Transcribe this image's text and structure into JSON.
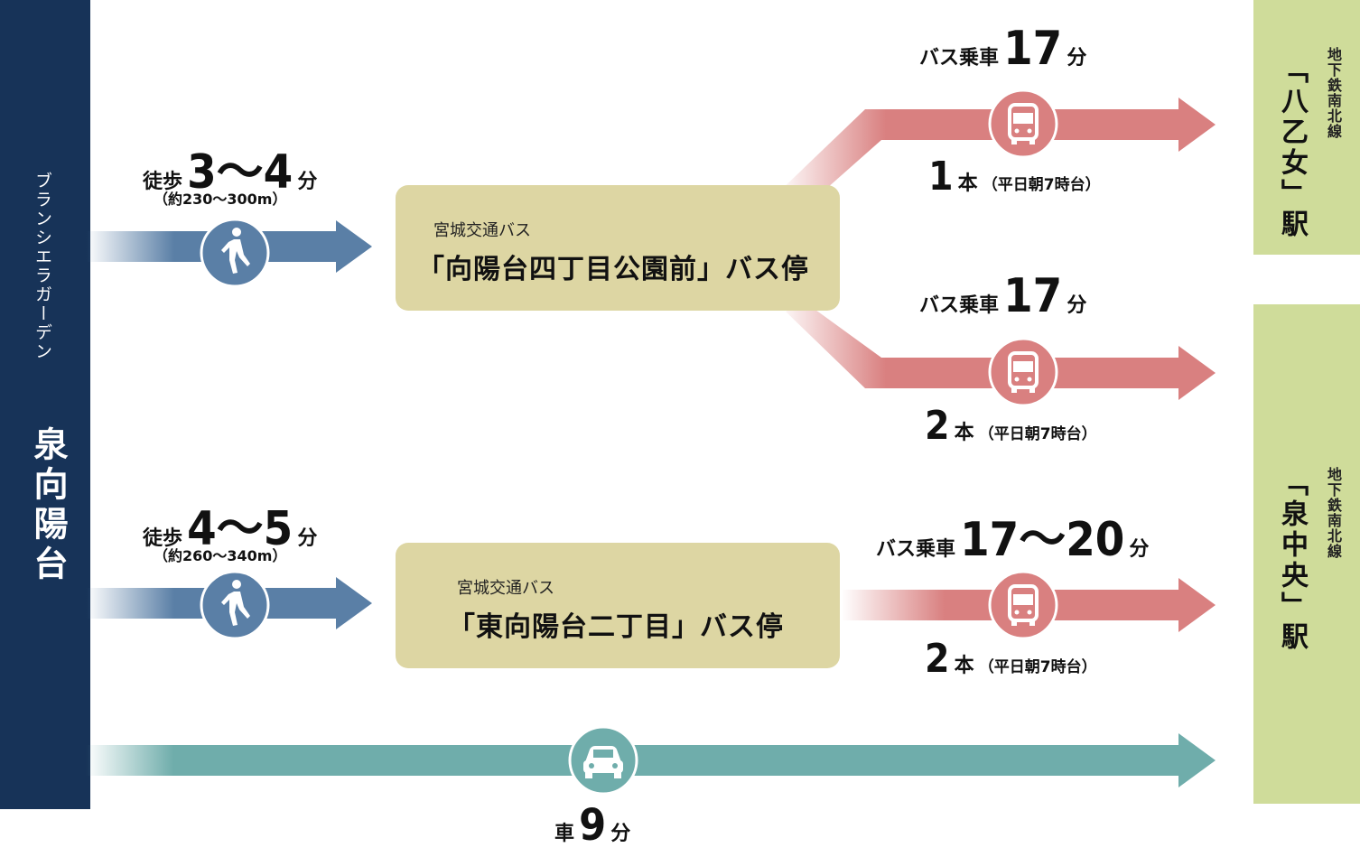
{
  "origin": {
    "subtitle": "ブランシエラガーデン",
    "name": "泉向陽台"
  },
  "destinations": [
    {
      "line": "地下鉄南北線",
      "name": "「八乙女」駅"
    },
    {
      "line": "地下鉄南北線",
      "name": "「泉中央」駅"
    }
  ],
  "walk_routes": [
    {
      "label": "徒歩",
      "time": "3〜4",
      "unit": "分",
      "distance": "（約230〜300m）"
    },
    {
      "label": "徒歩",
      "time": "4〜5",
      "unit": "分",
      "distance": "（約260〜340m）"
    }
  ],
  "bus_stops": [
    {
      "operator": "宮城交通バス",
      "name": "「向陽台四丁目公園前」バス停"
    },
    {
      "operator": "宮城交通バス",
      "name": "「東向陽台二丁目」バス停"
    }
  ],
  "bus_routes": [
    {
      "label": "バス乗車",
      "time": "17",
      "unit": "分",
      "count": "1",
      "count_unit": "本",
      "note": "（平日朝7時台）"
    },
    {
      "label": "バス乗車",
      "time": "17",
      "unit": "分",
      "count": "2",
      "count_unit": "本",
      "note": "（平日朝7時台）"
    },
    {
      "label": "バス乗車",
      "time": "17〜20",
      "unit": "分",
      "count": "2",
      "count_unit": "本",
      "note": "（平日朝7時台）"
    }
  ],
  "car_route": {
    "label": "車",
    "time": "9",
    "unit": "分"
  },
  "icons": {
    "walk": "walking-person-icon",
    "bus": "bus-icon",
    "car": "car-icon"
  },
  "colors": {
    "origin": "#173358",
    "walk_arrow": "#5a7fa6",
    "bus_arrow": "#d98080",
    "car_arrow": "#6fadab",
    "stop_box": "#ddd6a3",
    "destination_box": "#cfdc9a"
  }
}
